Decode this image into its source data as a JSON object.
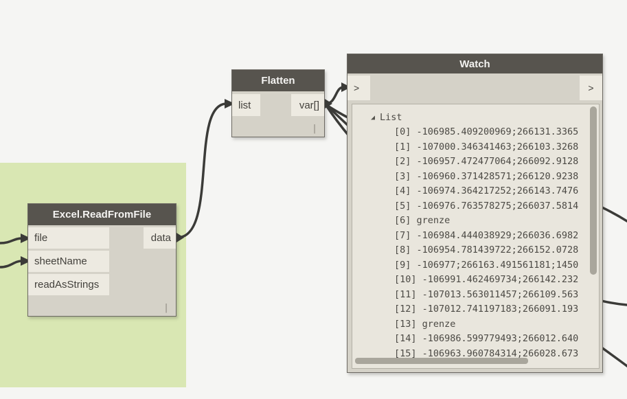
{
  "app": "dynamo-visual-programming-canvas",
  "group": {
    "label": "",
    "fill": "#d9e7b3"
  },
  "nodes": {
    "excel_read": {
      "title": "Excel.ReadFromFile",
      "inputs": [
        "file",
        "sheetName",
        "readAsStrings"
      ],
      "output": "data",
      "lacing": "|"
    },
    "flatten": {
      "title": "Flatten",
      "inputs": [
        "list"
      ],
      "output": "var[]",
      "lacing": "|"
    },
    "watch": {
      "title": "Watch",
      "input_port": ">",
      "output_port": ">",
      "expand_glyph": "◢",
      "root_label": "List",
      "items": [
        "[0] -106985.409200969;266131.3365",
        "[1] -107000.346341463;266103.3268",
        "[2] -106957.472477064;266092.9128",
        "[3] -106960.371428571;266120.9238",
        "[4] -106974.364217252;266143.7476",
        "[5] -106976.763578275;266037.5814",
        "[6] grenze",
        "[7] -106984.444038929;266036.6982",
        "[8] -106954.781439722;266152.0728",
        "[9] -106977;266163.491561181;1450",
        "[10] -106991.462469734;266142.232",
        "[11] -107013.563011457;266109.563",
        "[12] -107012.741197183;266091.193",
        "[13] grenze",
        "[14] -106986.599779493;266012.640",
        "[15] -106963.960784314;266028.673"
      ]
    }
  },
  "colors": {
    "canvas_bg": "#f5f5f3",
    "group_fill": "#d9e7b3",
    "node_header": "#57544e",
    "node_body": "#d5d2c8",
    "port_bg": "#edeae1",
    "watch_list_bg": "#e9e6dd",
    "wire": "#3b3b38",
    "scrollbar": "#a9a69c"
  }
}
